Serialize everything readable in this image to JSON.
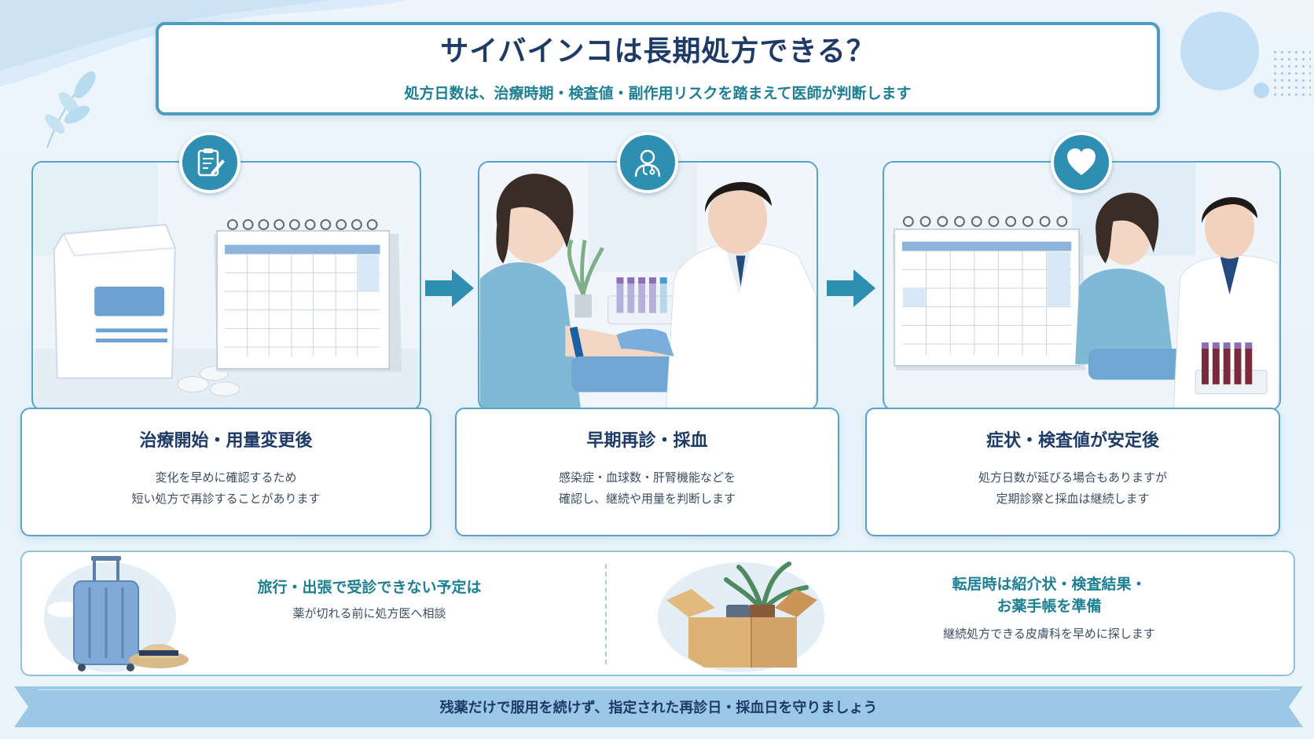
{
  "header": {
    "title": "サイバインコは長期処方できる？",
    "subtitle": "処方日数は、治療時期・検査値・副作用リスクを踏まえて医師が判断します"
  },
  "steps": [
    {
      "icon": "clipboard-pen-icon",
      "title": "治療開始・用量変更後",
      "desc_line1": "変化を早めに確認するため",
      "desc_line2": "短い処方で再診することがあります"
    },
    {
      "icon": "doctor-icon",
      "title": "早期再診・採血",
      "desc_line1": "感染症・血球数・肝腎機能などを",
      "desc_line2": "確認し、継続や用量を判断します"
    },
    {
      "icon": "heart-icon",
      "title": "症状・検査値が安定後",
      "desc_line1": "処方日数が延びる場合もありますが",
      "desc_line2": "定期診察と採血は継続します"
    }
  ],
  "tips": [
    {
      "icon": "suitcase-icon",
      "title_line1": "旅行・出張で受診できない予定は",
      "desc": "薬が切れる前に処方医へ相談"
    },
    {
      "icon": "moving-box-icon",
      "title_line1": "転居時は紹介状・検査結果・",
      "title_line2": "お薬手帳を準備",
      "desc": "継続処方できる皮膚科を早めに探します"
    }
  ],
  "footer": {
    "message": "残薬だけで服用を続けず、指定された再診日・採血日を守りましょう"
  },
  "colors": {
    "accent": "#2e8fb3",
    "title_navy": "#1e3a66",
    "subtitle_teal": "#1d7f94",
    "ribbon": "#9cc8e8"
  }
}
